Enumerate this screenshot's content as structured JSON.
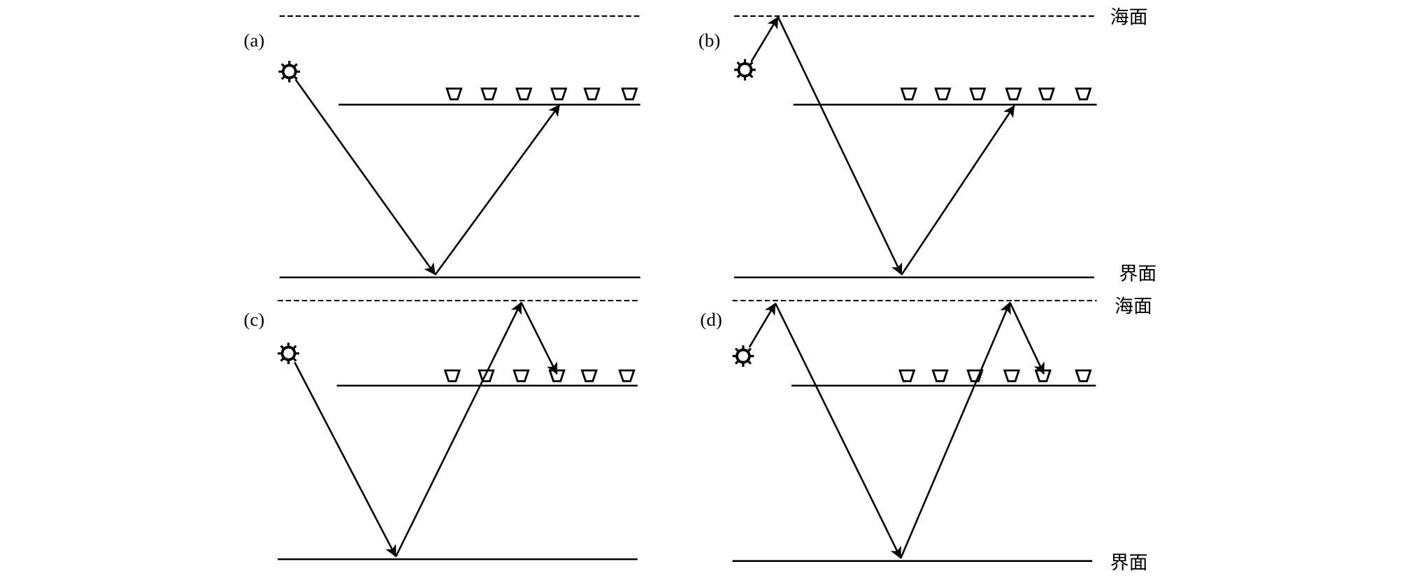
{
  "panels": {
    "a": {
      "label": "(a)"
    },
    "b": {
      "label": "(b)",
      "sea_surface_label": "海面",
      "interface_label": "界面"
    },
    "c": {
      "label": "(c)"
    },
    "d": {
      "label": "(d)",
      "sea_surface_label": "海面",
      "interface_label": "界面"
    }
  },
  "icons": {
    "source": "source-icon",
    "receiver": "receiver-icon"
  },
  "colors": {
    "ink": "#000000",
    "background": "#ffffff"
  }
}
